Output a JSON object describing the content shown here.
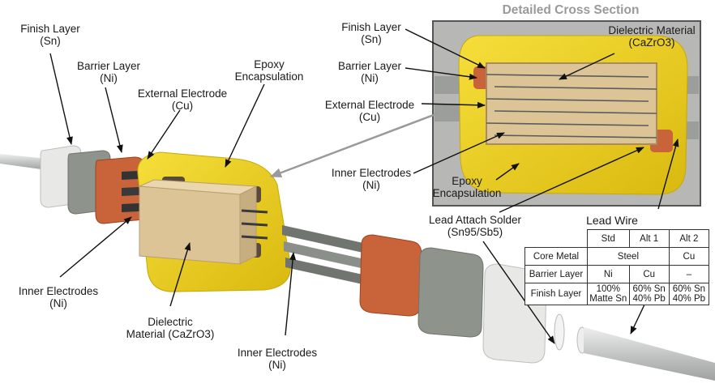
{
  "section_title": "Detailed Cross Section",
  "labels": {
    "finish_layer": {
      "line1": "Finish Layer",
      "line2": "(Sn)"
    },
    "barrier_layer": {
      "line1": "Barrier Layer",
      "line2": "(Ni)"
    },
    "external_electrode": {
      "line1": "External Electrode",
      "line2": "(Cu)"
    },
    "epoxy": {
      "line1": "Epoxy",
      "line2": "Encapsulation"
    },
    "inner_electrodes_left": {
      "line1": "Inner Electrodes",
      "line2": "(Ni)"
    },
    "dielectric_material": {
      "line1": "Dielectric",
      "line2": "Material (CaZrO3)"
    },
    "inner_electrodes_bottom": {
      "line1": "Inner Electrodes",
      "line2": "(Ni)"
    },
    "cs_finish_layer": {
      "line1": "Finish Layer",
      "line2": "(Sn)"
    },
    "cs_barrier_layer": {
      "line1": "Barrier Layer",
      "line2": "(Ni)"
    },
    "cs_external_electrode": {
      "line1": "External Electrode",
      "line2": "(Cu)"
    },
    "cs_inner_electrodes": {
      "line1": "Inner Electrodes",
      "line2": "(Ni)"
    },
    "cs_epoxy": {
      "line1": "Epoxy",
      "line2": "Encapsulation"
    },
    "cs_dielectric": {
      "line1": "Dielectric Material",
      "line2": "(CaZrO3)"
    },
    "lead_attach_solder": {
      "line1": "Lead Attach Solder",
      "line2": "(Sn95/Sb5)"
    }
  },
  "lead_wire_table": {
    "title": "Lead Wire",
    "columns": [
      "Std",
      "Alt 1",
      "Alt 2"
    ],
    "rows": {
      "core": {
        "label": "Core Metal",
        "steel": "Steel",
        "alt2": "Cu"
      },
      "barrier": {
        "label": "Barrier Layer",
        "std": "Ni",
        "alt1": "Cu",
        "alt2": "–"
      },
      "finish": {
        "label": "Finish Layer",
        "std": "100% Matte Sn",
        "alt1": "60% Sn 40% Pb",
        "alt2": "60% Sn 40% Pb"
      }
    }
  },
  "colors": {
    "epoxy": "#f1d21f",
    "dielectric": "#dcc497",
    "copper": "#c9643a",
    "nickel": "#8e938b",
    "tin": "#e7e9e6",
    "wire": "#c9cbca",
    "section_frame": "#555555"
  }
}
